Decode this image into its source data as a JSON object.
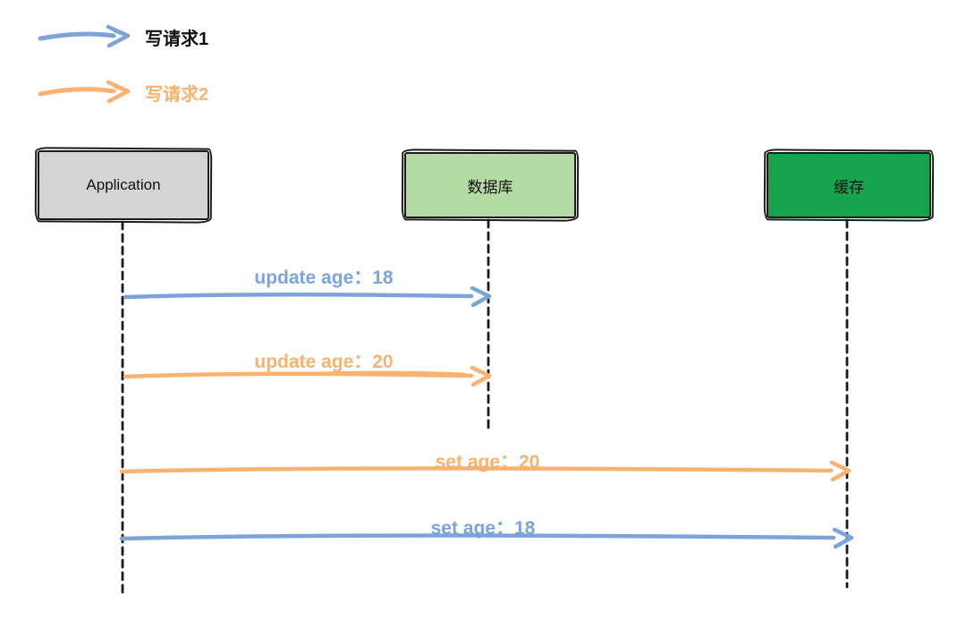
{
  "legend": {
    "items": [
      {
        "label": "写请求1",
        "arrow_color": "#7ca4db",
        "text_color": "#111111"
      },
      {
        "label": "写请求2",
        "arrow_color": "#f9b26f",
        "text_color": "#f9b26f"
      }
    ]
  },
  "actors": {
    "application": {
      "label": "Application",
      "fill": "#d4d4d4"
    },
    "database": {
      "label": "数据库",
      "fill": "#b5dba4"
    },
    "cache": {
      "label": "缓存",
      "fill": "#17a24e"
    }
  },
  "messages": [
    {
      "label": "update age：18",
      "from": "Application",
      "to": "数据库",
      "color": "#7ca4db",
      "request": "写请求1"
    },
    {
      "label": "update age：20",
      "from": "Application",
      "to": "数据库",
      "color": "#f9b26f",
      "request": "写请求2"
    },
    {
      "label": "set age：20",
      "from": "Application",
      "to": "缓存",
      "color": "#f9b26f",
      "request": "写请求2"
    },
    {
      "label": "set age：18",
      "from": "Application",
      "to": "缓存",
      "color": "#7ca4db",
      "request": "写请求1"
    }
  ],
  "colors": {
    "blue": "#7ca4db",
    "orange": "#f9b26f",
    "ink": "#1b1b1b"
  }
}
